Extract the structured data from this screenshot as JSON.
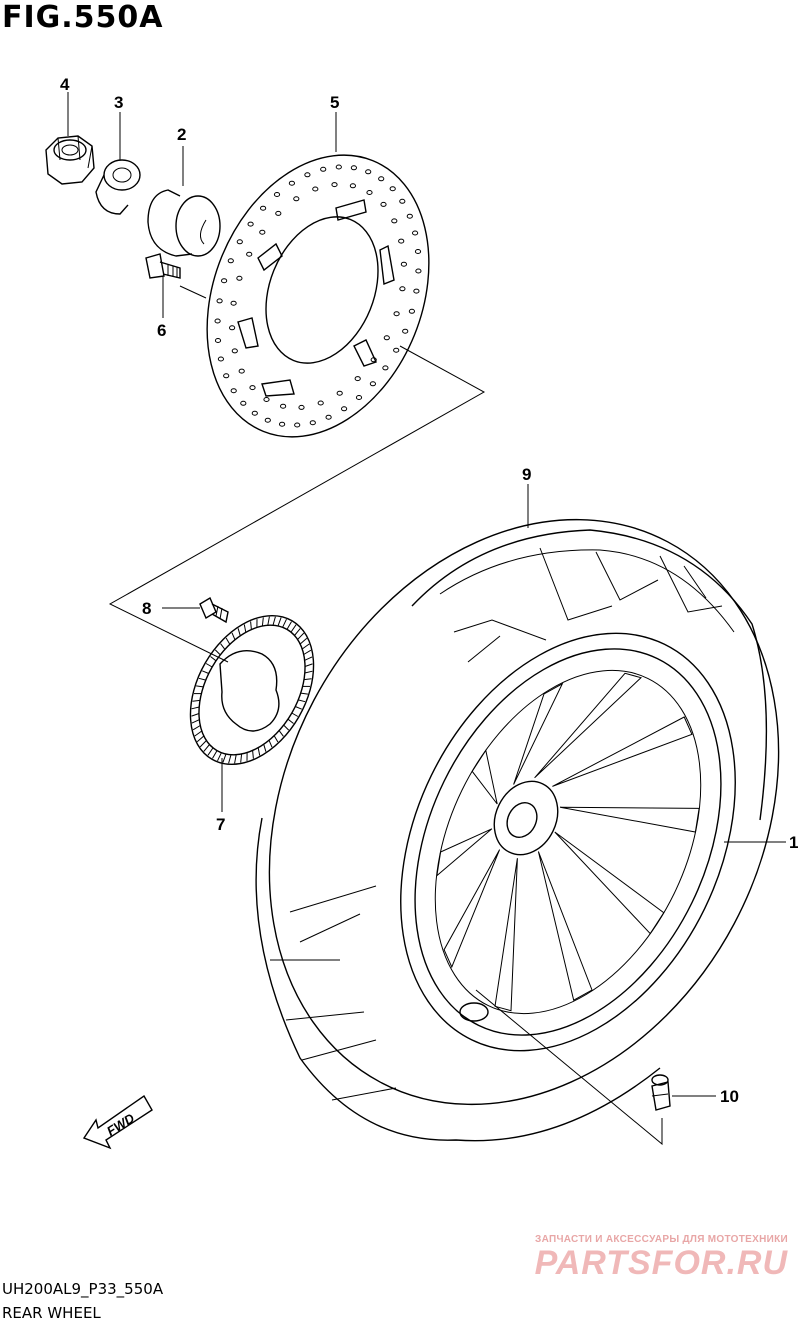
{
  "figure": {
    "title": "FIG.550A",
    "code": "UH200AL9_P33_550A",
    "name": "REAR WHEEL"
  },
  "fwd_label": "FWD",
  "callouts": [
    {
      "id": "1",
      "label": "1"
    },
    {
      "id": "2",
      "label": "2"
    },
    {
      "id": "3",
      "label": "3"
    },
    {
      "id": "4",
      "label": "4"
    },
    {
      "id": "5",
      "label": "5"
    },
    {
      "id": "6",
      "label": "6"
    },
    {
      "id": "7",
      "label": "7"
    },
    {
      "id": "8",
      "label": "8"
    },
    {
      "id": "9",
      "label": "9"
    },
    {
      "id": "10",
      "label": "10"
    }
  ],
  "watermark": {
    "tagline": "ЗАПЧАСТИ И АКСЕССУАРЫ ДЛЯ МОТОТЕХНИКИ",
    "brand": "PARTSFOR.RU",
    "color": "#e8a0a0"
  }
}
